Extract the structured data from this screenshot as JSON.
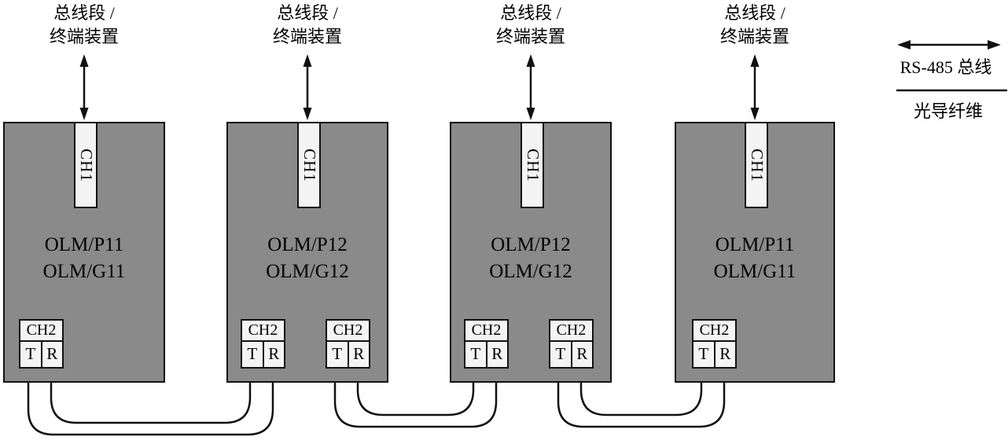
{
  "legend": {
    "rs485_label": "RS-485 总线",
    "fiber_label": "光导纤维"
  },
  "modules": [
    {
      "bus_label_line1": "总线段 /",
      "bus_label_line2": "终端装置",
      "ch1_label": "CH1",
      "name_line1": "OLM/P11",
      "name_line2": "OLM/G11",
      "ports": [
        {
          "label": "CH2",
          "t": "T",
          "r": "R"
        }
      ]
    },
    {
      "bus_label_line1": "总线段 /",
      "bus_label_line2": "终端装置",
      "ch1_label": "CH1",
      "name_line1": "OLM/P12",
      "name_line2": "OLM/G12",
      "ports": [
        {
          "label": "CH2",
          "t": "T",
          "r": "R"
        },
        {
          "label": "CH2",
          "t": "T",
          "r": "R"
        }
      ]
    },
    {
      "bus_label_line1": "总线段 /",
      "bus_label_line2": "终端装置",
      "ch1_label": "CH1",
      "name_line1": "OLM/P12",
      "name_line2": "OLM/G12",
      "ports": [
        {
          "label": "CH2",
          "t": "T",
          "r": "R"
        },
        {
          "label": "CH2",
          "t": "T",
          "r": "R"
        }
      ]
    },
    {
      "bus_label_line1": "总线段 /",
      "bus_label_line2": "终端装置",
      "ch1_label": "CH1",
      "name_line1": "OLM/P11",
      "name_line2": "OLM/G11",
      "ports": [
        {
          "label": "CH2",
          "t": "T",
          "r": "R"
        }
      ]
    }
  ]
}
